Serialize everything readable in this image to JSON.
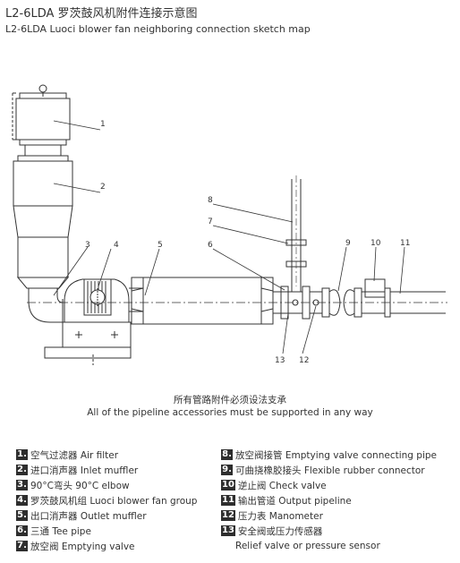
{
  "title": {
    "cn": "L2-6LDA 罗茨鼓风机附件连接示意图",
    "en": "L2-6LDA Luoci blower fan neighboring connection sketch map"
  },
  "callouts": [
    "1",
    "2",
    "3",
    "4",
    "5",
    "6",
    "7",
    "8",
    "9",
    "10",
    "11",
    "12",
    "13"
  ],
  "note": {
    "cn": "所有管路附件必须设法支承",
    "en": "All of the pipeline accessories must be supported in any way"
  },
  "legend": [
    {
      "num": "1.",
      "text": "空气过滤器 Air filter"
    },
    {
      "num": "2.",
      "text": "进口消声器 Inlet muffler"
    },
    {
      "num": "3.",
      "text": "90°C弯头 90°C elbow"
    },
    {
      "num": "4.",
      "text": "罗茨鼓风机组 Luoci blower fan group"
    },
    {
      "num": "5.",
      "text": "出口消声器 Outlet muffler"
    },
    {
      "num": "6.",
      "text": "三通 Tee pipe"
    },
    {
      "num": "7.",
      "text": "放空阀 Emptying valve"
    },
    {
      "num": "8.",
      "text": "放空阀接管 Emptying valve connecting pipe"
    },
    {
      "num": "9.",
      "text": "可曲挠橡胶接头 Flexible rubber connector"
    },
    {
      "num": "10",
      "text": "逆止阀 Check valve"
    },
    {
      "num": "11",
      "text": "输出管道 Output pipeline"
    },
    {
      "num": "12",
      "text": "压力表 Manometer"
    },
    {
      "num": "13",
      "text": "安全阀或压力传感器"
    }
  ],
  "legend_extra": "Relief valve or pressure sensor",
  "colors": {
    "line": "#333333",
    "badge": "#2e2e2e"
  }
}
